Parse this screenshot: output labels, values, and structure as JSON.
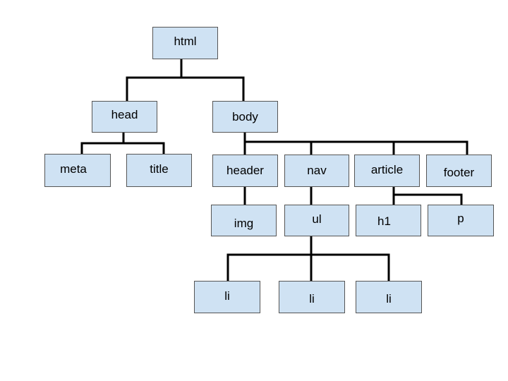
{
  "diagram": {
    "colors": {
      "node_fill": "#cfe2f3",
      "node_border": "#555555",
      "connector": "#000000",
      "text": "#000000"
    },
    "nodes": {
      "html": "html",
      "head": "head",
      "body": "body",
      "meta": "meta",
      "title": "title",
      "header": "header",
      "nav": "nav",
      "article": "article",
      "footer": "footer",
      "img": "img",
      "ul": "ul",
      "h1": "h1",
      "p": "p",
      "li_1": "li",
      "li_2": "li",
      "li_3": "li"
    },
    "edges": [
      [
        "html",
        "head"
      ],
      [
        "html",
        "body"
      ],
      [
        "head",
        "meta"
      ],
      [
        "head",
        "title"
      ],
      [
        "body",
        "header"
      ],
      [
        "body",
        "nav"
      ],
      [
        "body",
        "article"
      ],
      [
        "body",
        "footer"
      ],
      [
        "header",
        "img"
      ],
      [
        "nav",
        "ul"
      ],
      [
        "article",
        "h1"
      ],
      [
        "article",
        "p"
      ],
      [
        "ul",
        "li_1"
      ],
      [
        "ul",
        "li_2"
      ],
      [
        "ul",
        "li_3"
      ]
    ]
  }
}
